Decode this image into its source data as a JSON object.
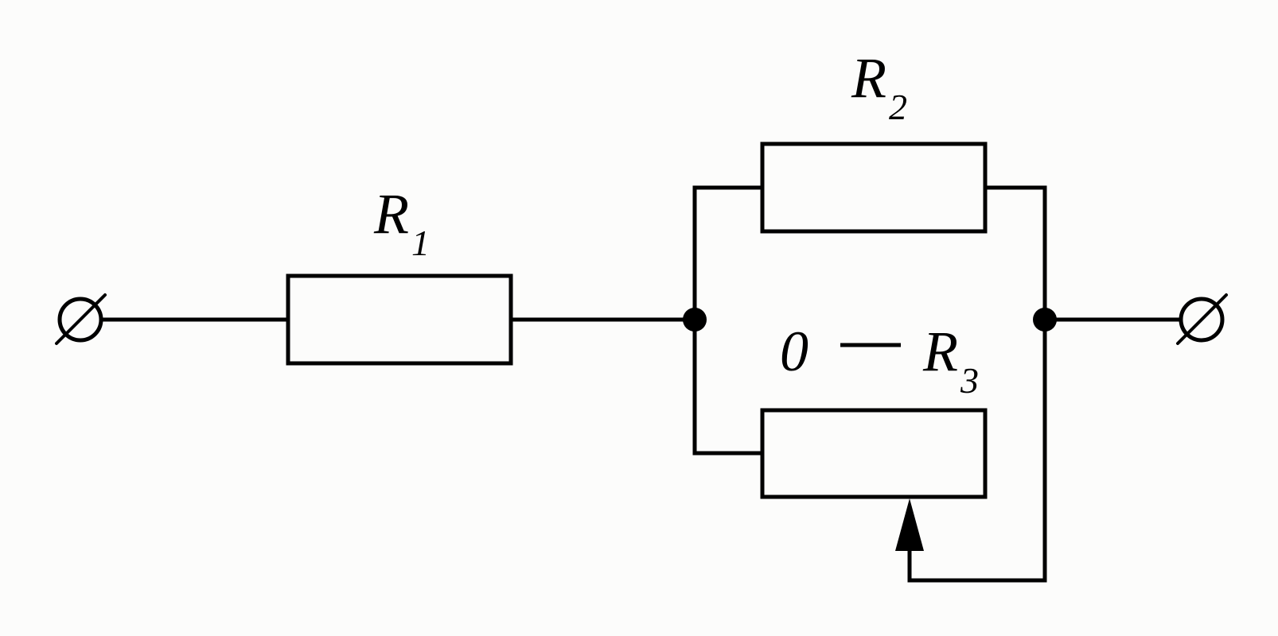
{
  "resistors": [
    {
      "id": "r1",
      "symbol": "R",
      "subscript": "1"
    },
    {
      "id": "r2",
      "symbol": "R",
      "subscript": "2"
    },
    {
      "id": "r3",
      "symbol": "R",
      "subscript": "3",
      "variable": true
    }
  ],
  "range_label": {
    "start": "0",
    "end_symbol": "R",
    "end_subscript": "3"
  },
  "terminals": [
    "input-terminal",
    "output-terminal"
  ],
  "junction_nodes": [
    "left-junction",
    "right-junction"
  ],
  "colors": {
    "line": "#000000",
    "background": "#fcfcfb"
  }
}
